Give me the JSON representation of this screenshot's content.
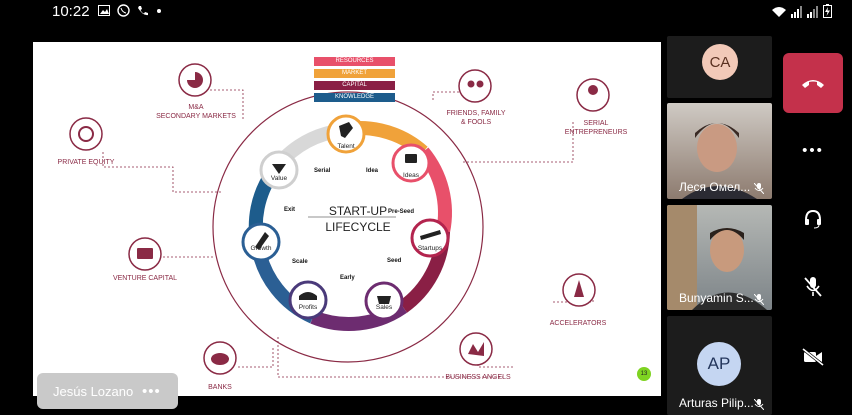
{
  "status": {
    "time": "10:22"
  },
  "slide": {
    "legend": [
      {
        "label": "RESOURCES",
        "color": "#e8506a"
      },
      {
        "label": "MARKET",
        "color": "#f0a23a"
      },
      {
        "label": "CAPITAL",
        "color": "#8a1f45"
      },
      {
        "label": "KNOWLEDGE",
        "color": "#1d5c8c"
      }
    ],
    "title_line1": "START-UP",
    "title_line2": "LIFECYCLE",
    "nodes": {
      "talent": "Talent",
      "ideas": "Ideas",
      "startups": "Startups",
      "sales": "Sales",
      "profits": "Profits",
      "growth": "Growth",
      "value": "Value"
    },
    "stages": {
      "serial": "Serial",
      "idea": "Idea",
      "preseed": "Pre-Seed",
      "seed": "Seed",
      "early": "Early",
      "scale": "Scale",
      "exit": "Exit"
    },
    "outer": {
      "ma_1": "M&A",
      "ma_2": "SECONDARY MARKETS",
      "private_equity": "PRIVATE EQUITY",
      "venture_capital": "VENTURE CAPITAL",
      "banks": "BANKS",
      "business_angels": "BUSINESS ANGELS",
      "accelerators": "ACCELERATORS",
      "serial_1": "SERIAL",
      "serial_2": "ENTREPRENEURS",
      "fff_1": "FRIENDS, FAMILY",
      "fff_2": "& FOOLS"
    },
    "page_number": "13"
  },
  "presenter": {
    "name": "Jesús Lozano",
    "more": "•••"
  },
  "participants": [
    {
      "initials": "CA",
      "avatar_color": "#f2c9b8"
    },
    {
      "name": "Леся Омел..."
    },
    {
      "name": "Bunyamin S..."
    },
    {
      "initials": "AP",
      "name": "Arturas Pilip...",
      "avatar_color": "#c5d6f2"
    }
  ],
  "controls": {
    "more": "•••"
  }
}
